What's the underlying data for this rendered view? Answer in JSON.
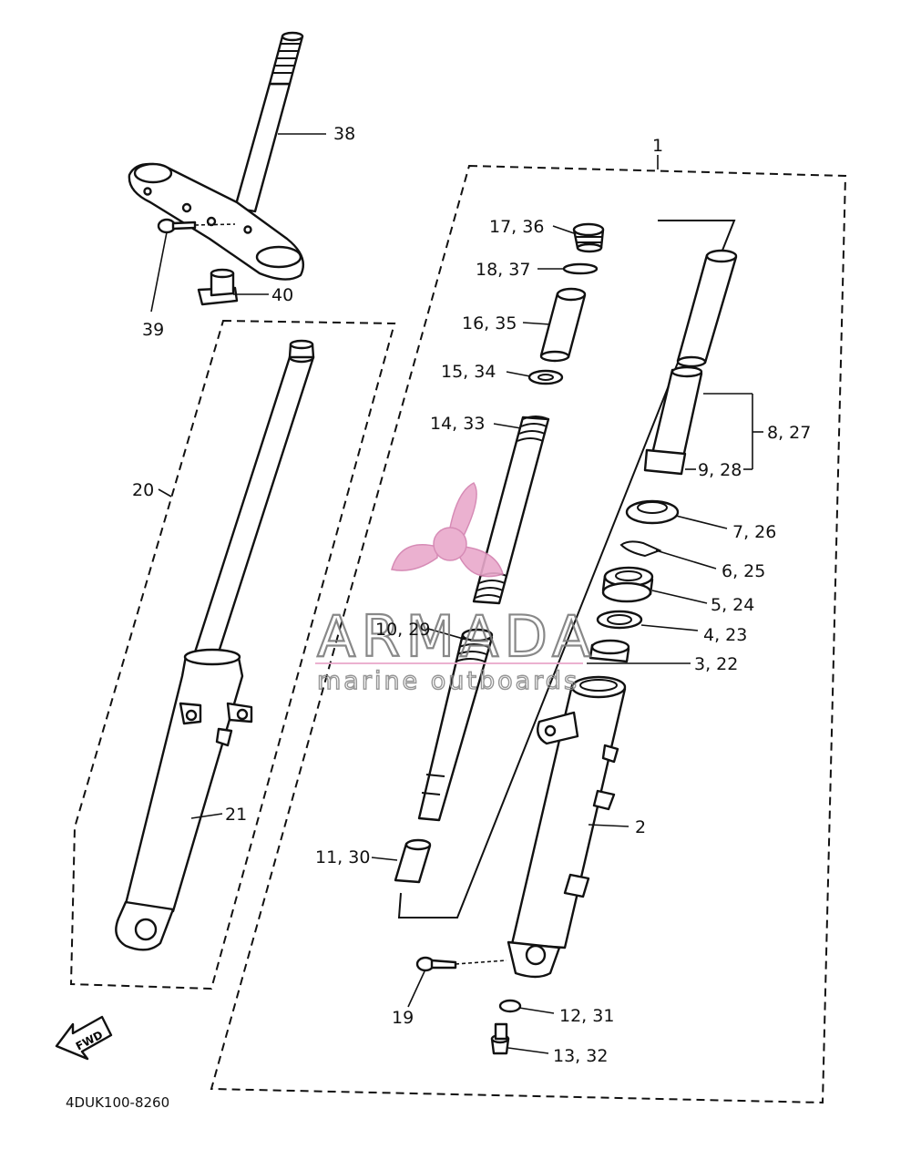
{
  "labels": {
    "l1": "1",
    "l2": "2",
    "l3": "3, 22",
    "l4": "4, 23",
    "l5": "5, 24",
    "l6": "6, 25",
    "l7": "7, 26",
    "l8": "8, 27",
    "l9": "9, 28",
    "l10": "10, 29",
    "l11": "11, 30",
    "l12": "12, 31",
    "l13": "13, 32",
    "l14": "14, 33",
    "l15": "15, 34",
    "l16": "16, 35",
    "l17": "17, 36",
    "l18": "18, 37",
    "l19": "19",
    "l20": "20",
    "l21": "21",
    "l38": "38",
    "l39": "39",
    "l40": "40"
  },
  "diagram_code": "4DUK100-8260",
  "fwd_arrow_text": "FWD",
  "watermark": {
    "brand": "ARMADA",
    "tagline": "marine outboards",
    "accent_color": "#e9a9cc"
  }
}
